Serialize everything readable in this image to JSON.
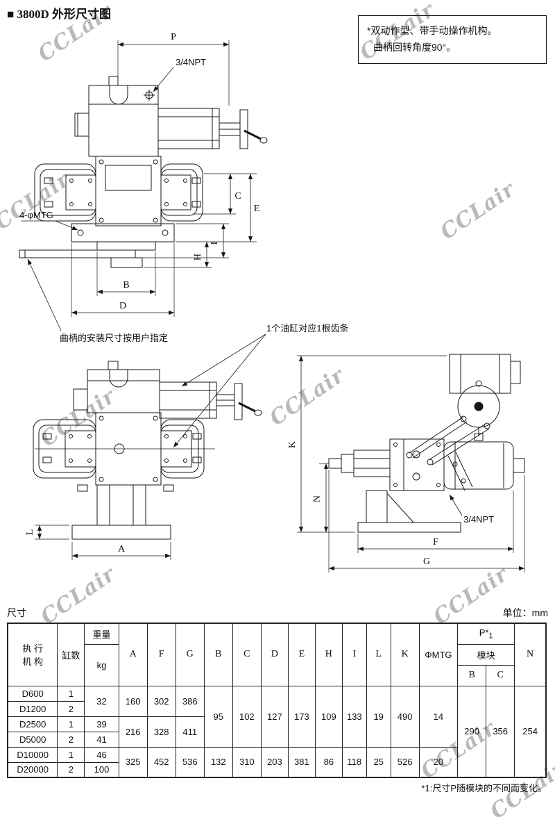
{
  "page": {
    "title": "■ 3800D 外形尺寸图",
    "watermark": "CCLair"
  },
  "note": {
    "line1": "*双动作型、带手动操作机构。",
    "line2": "曲柄回转角度90°。"
  },
  "labels": {
    "npt_front": "3/4NPT",
    "mtg": "4-φMTG",
    "crank_note": "曲柄的安装尺寸按用户指定",
    "rack_note": "1个油缸对应1根齿条",
    "npt_side": "3/4NPT"
  },
  "dims": {
    "P": "P",
    "C": "C",
    "E": "E",
    "I": "I",
    "H": "H",
    "B": "B",
    "D": "D",
    "A": "A",
    "L": "L",
    "K": "K",
    "N": "N",
    "F": "F",
    "G": "G"
  },
  "table": {
    "caption": "尺寸",
    "unit": "单位：mm",
    "header": {
      "actuator_l1": "执  行",
      "actuator_l2": "机  构",
      "cylinders": "缸数",
      "weight": "重量",
      "weight_unit": "kg",
      "A": "A",
      "F": "F",
      "G": "G",
      "B": "B",
      "C": "C",
      "D": "D",
      "E": "E",
      "H": "H",
      "I": "I",
      "L": "L",
      "K": "K",
      "mtg": "ΦMTG",
      "p": "P*",
      "p_sub": "1",
      "module": "模块",
      "p_b": "B",
      "p_c": "C",
      "n": "N"
    },
    "rows": [
      {
        "model": "D600",
        "cyl": "1",
        "weight": "32",
        "A": "160",
        "F": "302",
        "G": "386",
        "B": "95",
        "C": "102",
        "D": "127",
        "E": "173",
        "H": "109",
        "I": "133",
        "L": "19",
        "K": "490",
        "MTG": "14",
        "PB": "290",
        "PC": "356",
        "N": "254"
      },
      {
        "model": "D1200",
        "cyl": "2"
      },
      {
        "model": "D2500",
        "cyl": "1",
        "weight": "39",
        "A": "216",
        "F": "328",
        "G": "411"
      },
      {
        "model": "D5000",
        "cyl": "2",
        "weight": "41"
      },
      {
        "model": "D10000",
        "cyl": "1",
        "weight": "46",
        "A": "325",
        "F": "452",
        "G": "536",
        "B": "132",
        "C": "310",
        "D": "203",
        "E": "381",
        "H": "86",
        "I": "118",
        "L": "25",
        "K": "526",
        "MTG": "20"
      },
      {
        "model": "D20000",
        "cyl": "2",
        "weight": "100"
      }
    ],
    "footnote": "*1:尺寸P随模块的不同而变化。"
  }
}
